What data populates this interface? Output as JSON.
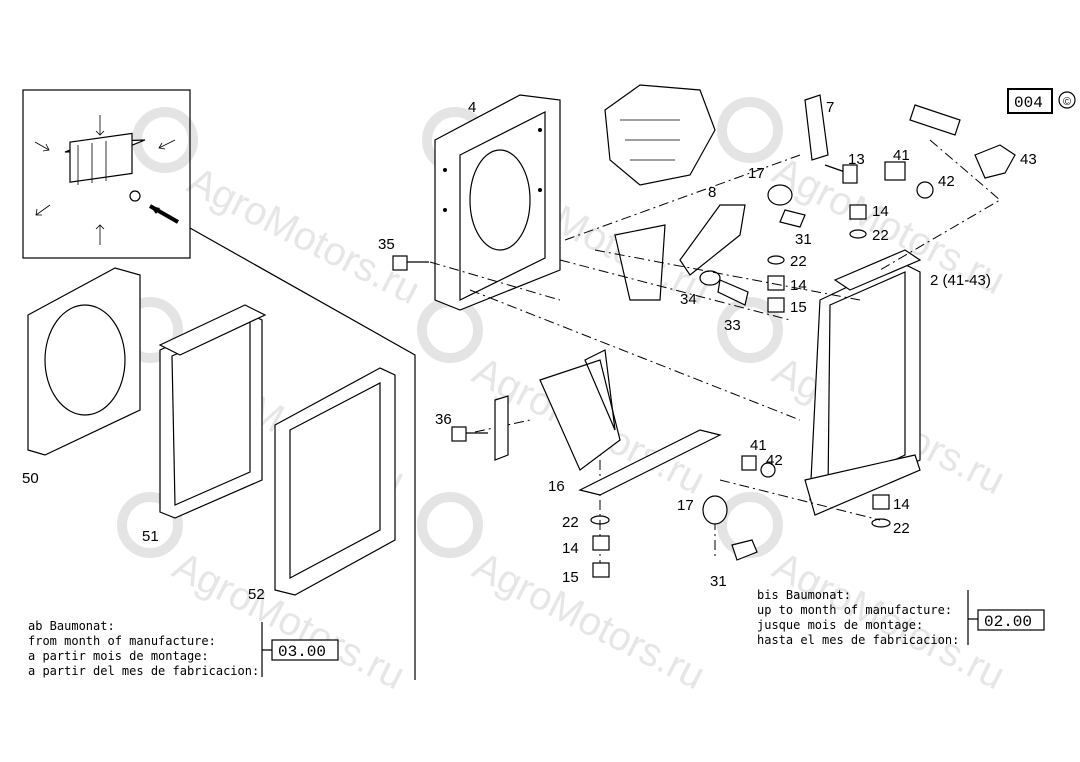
{
  "diagram": {
    "code_box": "004",
    "copyright_symbol": "©",
    "watermark": "AgroMotors.ru",
    "parts": [
      "4",
      "7",
      "13",
      "41",
      "42",
      "43",
      "17",
      "8",
      "31",
      "14",
      "22",
      "22",
      "14",
      "15",
      "35",
      "34",
      "33",
      "2 (41-43)",
      "36",
      "41",
      "42",
      "16",
      "17",
      "22",
      "14",
      "15",
      "31",
      "14",
      "22",
      "50",
      "51",
      "52"
    ],
    "note_left": {
      "lines": [
        "ab Baumonat:",
        "from month of manufacture:",
        "a partir mois de montage:",
        "a partir del mes de fabricacion:"
      ],
      "value": "03.00"
    },
    "note_right": {
      "lines": [
        "bis Baumonat:",
        "up to month of manufacture:",
        "jusque mois de montage:",
        "hasta el mes de fabricacion:"
      ],
      "value": "02.00"
    },
    "icons": [
      "air-flow-arrows-icon",
      "watermark-gear-icon"
    ]
  }
}
